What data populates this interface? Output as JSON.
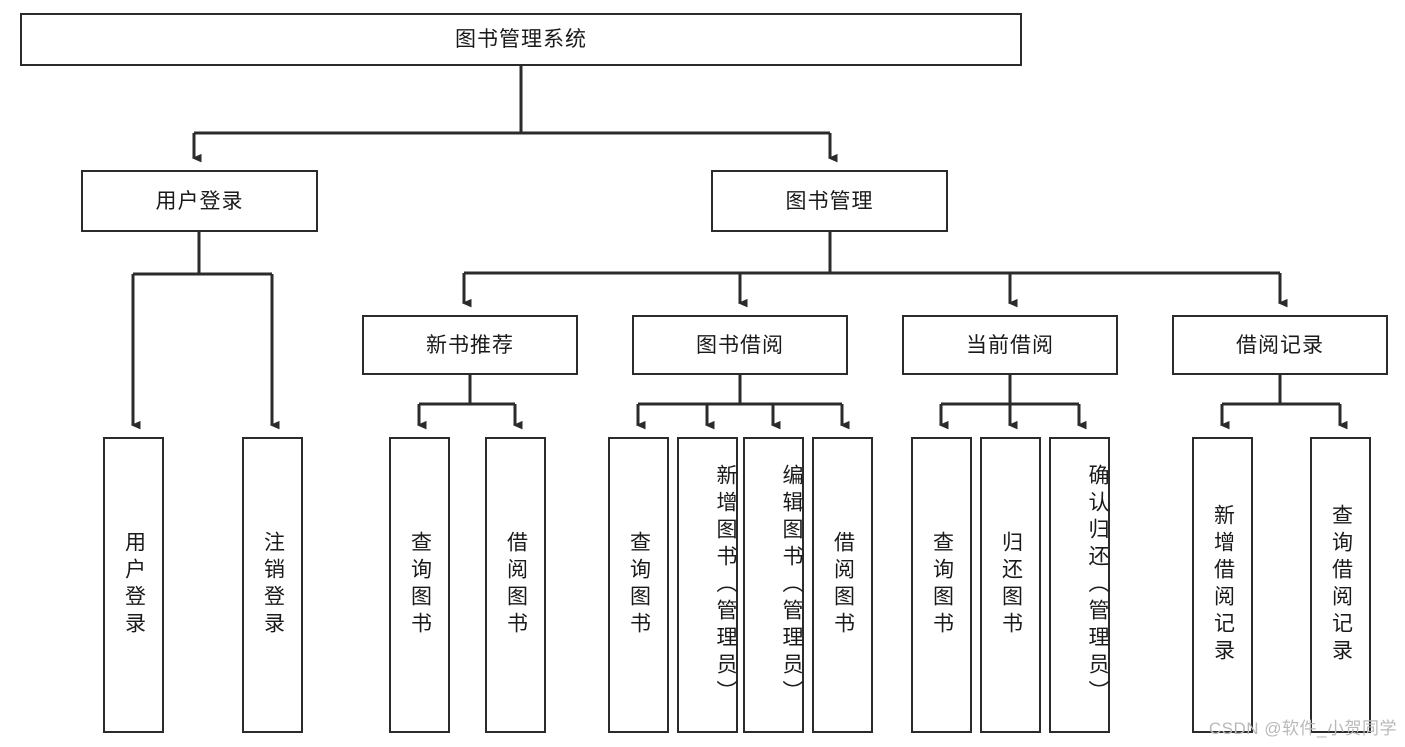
{
  "diagram": {
    "title": "图书管理系统",
    "type": "tree",
    "root": {
      "label": "图书管理系统",
      "id": "root"
    },
    "level2": [
      {
        "id": "user-login",
        "label": "用户登录"
      },
      {
        "id": "book-manage",
        "label": "图书管理"
      }
    ],
    "level3": [
      {
        "id": "new-book-recommend",
        "label": "新书推荐",
        "parent": "book-manage"
      },
      {
        "id": "book-borrow",
        "label": "图书借阅",
        "parent": "book-manage"
      },
      {
        "id": "current-borrow",
        "label": "当前借阅",
        "parent": "book-manage"
      },
      {
        "id": "borrow-record",
        "label": "借阅记录",
        "parent": "book-manage"
      }
    ],
    "leaves": [
      {
        "id": "leaf-user-login",
        "label": "用户登录",
        "parent": "user-login"
      },
      {
        "id": "leaf-logout-login",
        "label": "注销登录",
        "parent": "user-login"
      },
      {
        "id": "leaf-query-book-1",
        "label": "查询图书",
        "parent": "new-book-recommend"
      },
      {
        "id": "leaf-borrow-book-1",
        "label": "借阅图书",
        "parent": "new-book-recommend"
      },
      {
        "id": "leaf-query-book-2",
        "label": "查询图书",
        "parent": "book-borrow"
      },
      {
        "id": "leaf-add-book",
        "label": "新增图书（管理员）",
        "parent": "book-borrow"
      },
      {
        "id": "leaf-edit-book",
        "label": "编辑图书（管理员）",
        "parent": "book-borrow"
      },
      {
        "id": "leaf-borrow-book-2",
        "label": "借阅图书",
        "parent": "book-borrow"
      },
      {
        "id": "leaf-query-book-3",
        "label": "查询图书",
        "parent": "current-borrow"
      },
      {
        "id": "leaf-return-book",
        "label": "归还图书",
        "parent": "current-borrow"
      },
      {
        "id": "leaf-confirm-return",
        "label": "确认归还（管理员）",
        "parent": "current-borrow"
      },
      {
        "id": "leaf-add-record",
        "label": "新增借阅记录",
        "parent": "borrow-record"
      },
      {
        "id": "leaf-query-record",
        "label": "查询借阅记录",
        "parent": "borrow-record"
      }
    ],
    "colors": {
      "box_border": "#2b2b2b",
      "box_fill": "#ffffff",
      "connector": "#2b2b2b",
      "text": "#1a1a1a",
      "background": "#ffffff",
      "watermark": "#b9b9b9"
    }
  },
  "watermark": {
    "text": "CSDN @软件_小贺同学"
  }
}
